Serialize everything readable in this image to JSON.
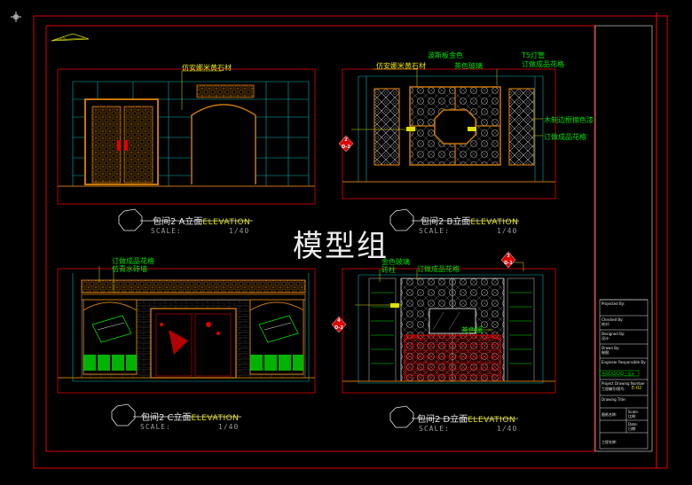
{
  "watermark": "模型组",
  "elevations": {
    "a": {
      "title_cn": "包间2 A立面",
      "title_en": "ELEVATION",
      "scale_label": "SCALE:",
      "scale_value": "1/40",
      "labels": [
        "仿安娜米黄石材"
      ]
    },
    "b": {
      "title_cn": "包间2 B立面",
      "title_en": "ELEVATION",
      "scale_label": "SCALE:",
      "scale_value": "1/40",
      "labels": [
        "仿安娜米黄石材",
        "波斯板金色",
        "茶色玻璃",
        "T5灯管",
        "订做成品花格",
        "木制边框擦色漆",
        "订做成品花格"
      ],
      "tag_top": "2",
      "tag_bottom": "D-2"
    },
    "c": {
      "title_cn": "包间2 C立面",
      "title_en": "ELEVATION",
      "scale_label": "SCALE:",
      "scale_value": "1/40",
      "labels": [
        "订做成品花格",
        "仿青水砖墙"
      ]
    },
    "d": {
      "title_cn": "包间2 D立面",
      "title_en": "ELEVATION",
      "scale_label": "SCALE:",
      "scale_value": "1/40",
      "labels": [
        "金色玻璃",
        "砖柱",
        "订做成品花格",
        "茶色镜"
      ],
      "tag1_top": "3",
      "tag1_bottom": "D-1",
      "tag2_top": "4",
      "tag2_bottom": "D-2"
    }
  },
  "title_block": {
    "projected_by": "Projected By:",
    "checked_by": "Checked By:",
    "checked_by_cn": "校对:",
    "designed_by": "Designed By:",
    "designed_by_cn": "设计:",
    "drawn_by": "Drawn By:",
    "drawn_by_cn": "制图:",
    "engineer": "Engineer Responsible By:",
    "engineer_value": "合同CADCAD三设计",
    "project_number": "Project Drawing Number",
    "project_number_cn": "工程编号/图号:",
    "project_number_value": "E-02",
    "drawing_title": "Drawing Title:",
    "drawing_title_cn": "图纸名称:",
    "scale": "Scale:",
    "scale_cn": "比例:",
    "date": "Date:",
    "date_cn": "日期:",
    "project_name_cn": "工程名称:"
  },
  "colors": {
    "red": "#e00000",
    "cyan": "#00b3b3",
    "yellow": "#e0e000",
    "green": "#00e000",
    "orange": "#c8760a",
    "white": "#e8e8e8"
  }
}
